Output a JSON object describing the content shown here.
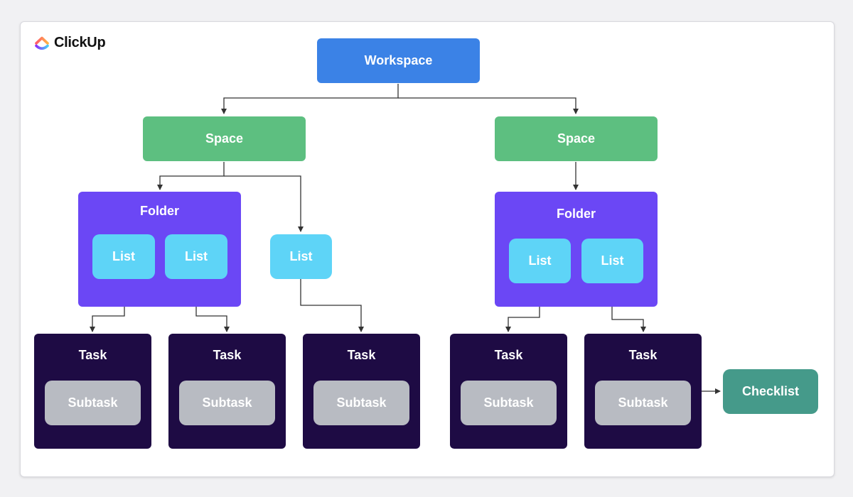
{
  "brand": {
    "name": "ClickUp",
    "icon": "clickup-logo-icon"
  },
  "colors": {
    "workspace": "#3b82e6",
    "space": "#5dbf80",
    "folder": "#6b47f5",
    "list": "#5ed4f7",
    "task": "#1e0b44",
    "subtask": "#b8bbc2",
    "checklist": "#459a8a"
  },
  "nodes": {
    "workspace": "Workspace",
    "space_left": "Space",
    "space_right": "Space",
    "folder_left": "Folder",
    "folder_right": "Folder",
    "list_1": "List",
    "list_2": "List",
    "list_3": "List",
    "list_4": "List",
    "list_5": "List",
    "task_1": "Task",
    "task_2": "Task",
    "task_3": "Task",
    "task_4": "Task",
    "task_5": "Task",
    "subtask_1": "Subtask",
    "subtask_2": "Subtask",
    "subtask_3": "Subtask",
    "subtask_4": "Subtask",
    "subtask_5": "Subtask",
    "checklist": "Checklist"
  }
}
